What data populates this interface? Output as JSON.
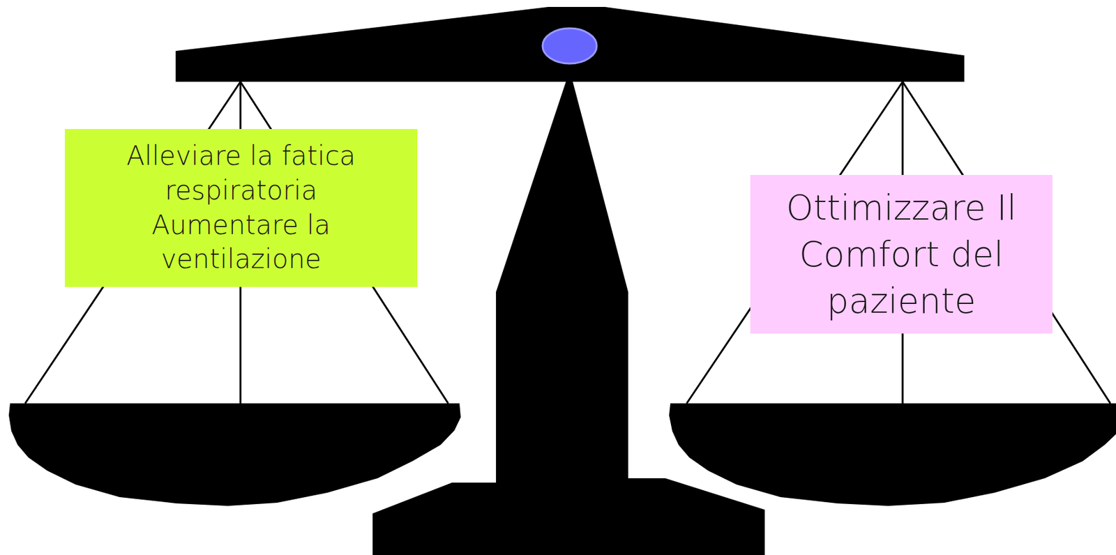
{
  "diagram": {
    "nodes": [
      {
        "text": [
          "Alleviare la fatica respiratoria",
          "Aumentare la ventilazione"
        ]
      },
      {
        "text": [
          "Ottimizzare Il Comfort del paziente"
        ]
      }
    ]
  }
}
